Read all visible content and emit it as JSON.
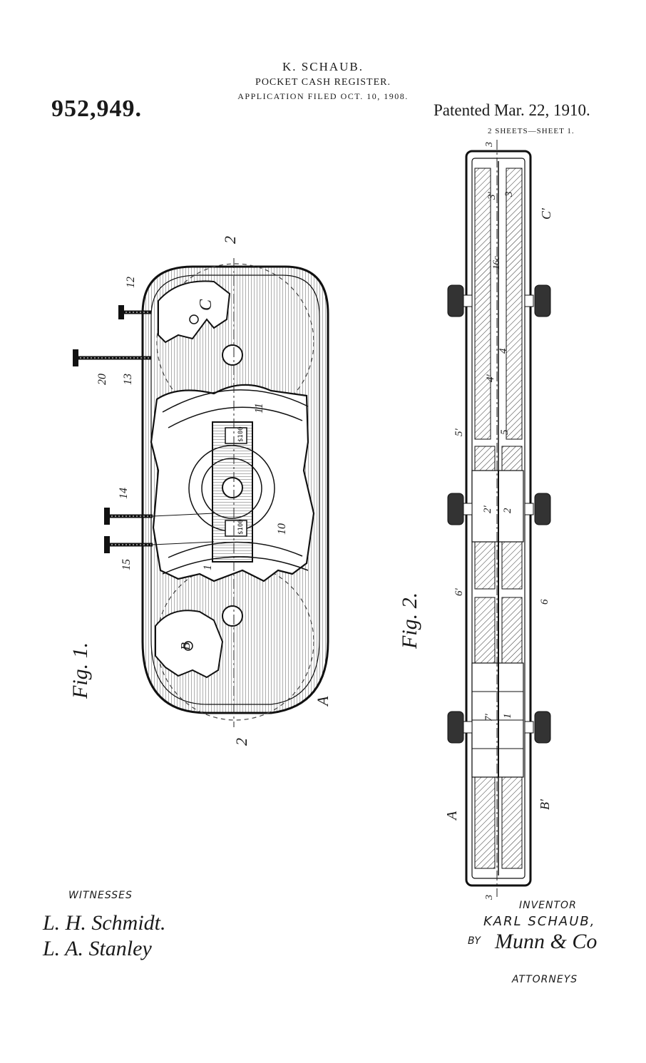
{
  "header": {
    "inventor": "K. SCHAUB.",
    "title": "POCKET CASH REGISTER.",
    "filed": "APPLICATION FILED OCT. 10, 1908.",
    "patent_number": "952,949.",
    "patented": "Patented Mar. 22, 1910.",
    "sheets": "2 SHEETS—SHEET 1."
  },
  "fig1": {
    "caption": "Fig. 1.",
    "labels": {
      "section_top": "2",
      "section_bottom": "2",
      "dial_c": "C",
      "dial_b": "B",
      "letter_a": "A",
      "ref_12": "12",
      "ref_20": "20",
      "ref_13": "13",
      "ref_14": "14",
      "ref_15": "15",
      "ref_11": "11",
      "ref_10": "10",
      "ref_1": "1",
      "window_top": "$100",
      "window_bottom": "$100"
    }
  },
  "fig2": {
    "caption": "Fig. 2.",
    "labels": {
      "sec3_top": "3",
      "sec3_bottom": "3",
      "r3p": "3'",
      "r3": "3",
      "rC": "C'",
      "r16c": "16c",
      "r4": "4",
      "r4p": "4'",
      "r5p": "5'",
      "r5": "5",
      "r2p": "2'",
      "r2": "2",
      "r6p": "6'",
      "r6": "6",
      "r7p": "7'",
      "r1": "1",
      "rA": "A",
      "rB": "B'"
    }
  },
  "footer": {
    "witnesses_label": "WITNESSES",
    "witness_1": "L. H. Schmidt.",
    "witness_2": "L. A. Stanley",
    "inventor_label": "INVENTOR",
    "inventor_name": "KARL SCHAUB,",
    "by_label": "BY",
    "attorney_signature": "Munn & Co",
    "attorneys_label": "ATTORNEYS"
  }
}
